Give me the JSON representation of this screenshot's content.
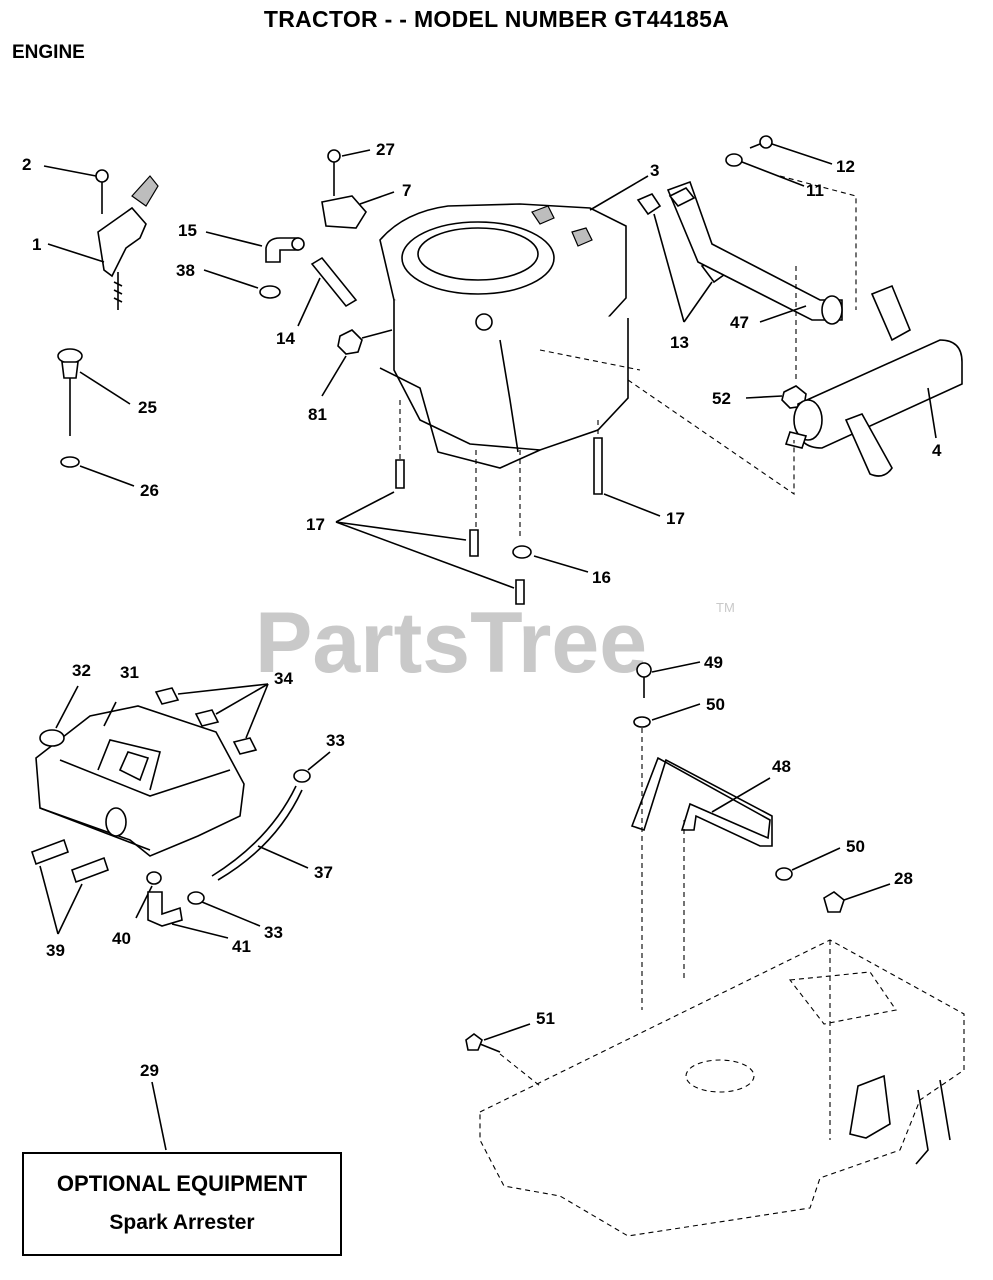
{
  "header": {
    "title": "TRACTOR - - MODEL NUMBER GT44185A",
    "section": "ENGINE"
  },
  "watermark": {
    "text": "PartsTree",
    "tm": "TM"
  },
  "callouts": {
    "c2": "2",
    "c1": "1",
    "c15": "15",
    "c38": "38",
    "c27": "27",
    "c7": "7",
    "c14": "14",
    "c81": "81",
    "c3": "3",
    "c12": "12",
    "c11": "11",
    "c13": "13",
    "c47": "47",
    "c52": "52",
    "c4": "4",
    "c25": "25",
    "c26": "26",
    "c17a": "17",
    "c17b": "17",
    "c16": "16",
    "c32": "32",
    "c31": "31",
    "c34": "34",
    "c33a": "33",
    "c37": "37",
    "c33b": "33",
    "c39": "39",
    "c40": "40",
    "c41": "41",
    "c49": "49",
    "c50a": "50",
    "c48": "48",
    "c50b": "50",
    "c28": "28",
    "c51": "51",
    "c29": "29"
  },
  "optional_box": {
    "heading": "OPTIONAL EQUIPMENT",
    "item": "Spark Arrester"
  }
}
